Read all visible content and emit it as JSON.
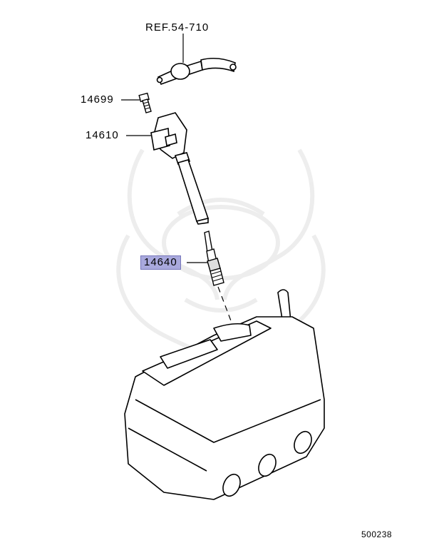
{
  "diagram": {
    "type": "exploded-parts-diagram",
    "watermark": "samurai-helmet-logo",
    "highlight_color": "#a9a9dd",
    "callouts": [
      {
        "id": "ref",
        "label": "REF.54-710",
        "part": "wiring-harness-connector",
        "highlighted": false
      },
      {
        "id": "bolt",
        "label": "14699",
        "part": "bolt",
        "highlighted": false
      },
      {
        "id": "coil",
        "label": "14610",
        "part": "ignition-coil",
        "highlighted": false
      },
      {
        "id": "plug",
        "label": "14640",
        "part": "spark-plug",
        "highlighted": true
      }
    ],
    "figure_number": "500238"
  }
}
